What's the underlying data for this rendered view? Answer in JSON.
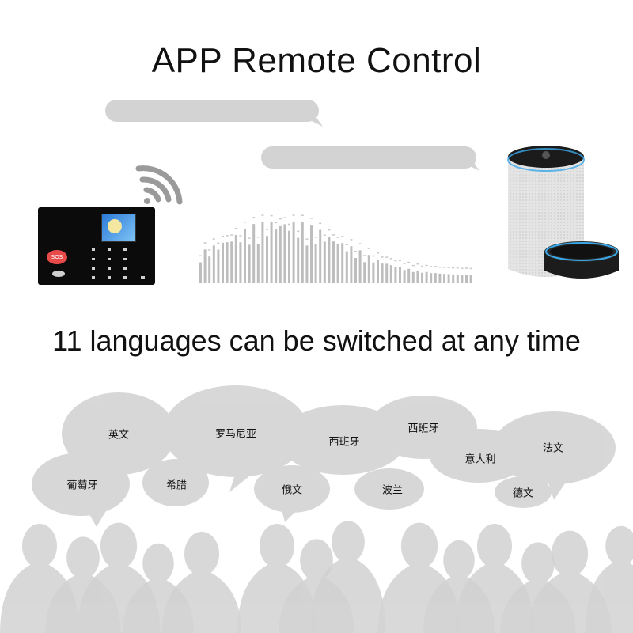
{
  "title": "APP Remote Control",
  "subtitle": "11 languages can be switched at any time",
  "panel": {
    "sos_label": "SOS"
  },
  "languages": [
    {
      "label": "英文"
    },
    {
      "label": "罗马尼亚"
    },
    {
      "label": "西班牙"
    },
    {
      "label": "西班牙"
    },
    {
      "label": "法文"
    },
    {
      "label": "意大利"
    },
    {
      "label": "葡萄牙"
    },
    {
      "label": "希腊"
    },
    {
      "label": "俄文"
    },
    {
      "label": "波兰"
    },
    {
      "label": "德文"
    }
  ],
  "colors": {
    "chat_bubble": "#d3d3d3",
    "speech_bubble": "#c9c9c9",
    "silhouette": "#d2d2d2",
    "speaker_fabric": "#e6e6e6",
    "speaker_ring": "#3aa7e8",
    "panel_body": "#0b0b0b",
    "sos": "#e84a4a"
  },
  "icons": [
    "wifi-icon",
    "voice-waveform-icon",
    "smart-speaker-icon",
    "alarm-panel-icon",
    "sos-icon",
    "person-silhouette-icon"
  ]
}
